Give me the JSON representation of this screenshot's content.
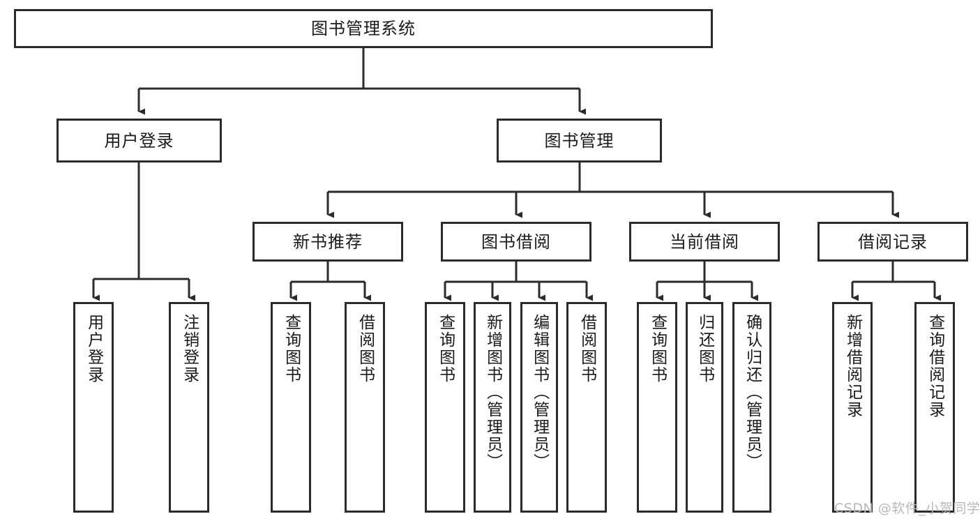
{
  "diagram": {
    "title": "图书管理系统",
    "type": "functional-structure-tree",
    "root": {
      "label": "图书管理系统"
    },
    "level2": [
      {
        "label": "用户登录"
      },
      {
        "label": "图书管理"
      }
    ],
    "level3": [
      {
        "label": "新书推荐"
      },
      {
        "label": "图书借阅"
      },
      {
        "label": "当前借阅"
      },
      {
        "label": "借阅记录"
      }
    ],
    "leaves": {
      "user_login": [
        {
          "label": "用户登录"
        },
        {
          "label": "注销登录"
        }
      ],
      "new_book": [
        {
          "label": "查询图书"
        },
        {
          "label": "借阅图书"
        }
      ],
      "book_borrow": [
        {
          "label": "查询图书"
        },
        {
          "label": "新增图书（管理员）"
        },
        {
          "label": "编辑图书（管理员）"
        },
        {
          "label": "借阅图书"
        }
      ],
      "current_borrow": [
        {
          "label": "查询图书"
        },
        {
          "label": "归还图书"
        },
        {
          "label": "确认归还（管理员）"
        }
      ],
      "borrow_record": [
        {
          "label": "新增借阅记录"
        },
        {
          "label": "查询借阅记录"
        }
      ]
    }
  },
  "watermark": {
    "text": "CSDN @软件_小贺同学"
  },
  "colors": {
    "border": "#2b2b2b",
    "background": "#ffffff",
    "text": "#1a1a1a",
    "watermark": "#b8b8b8"
  }
}
